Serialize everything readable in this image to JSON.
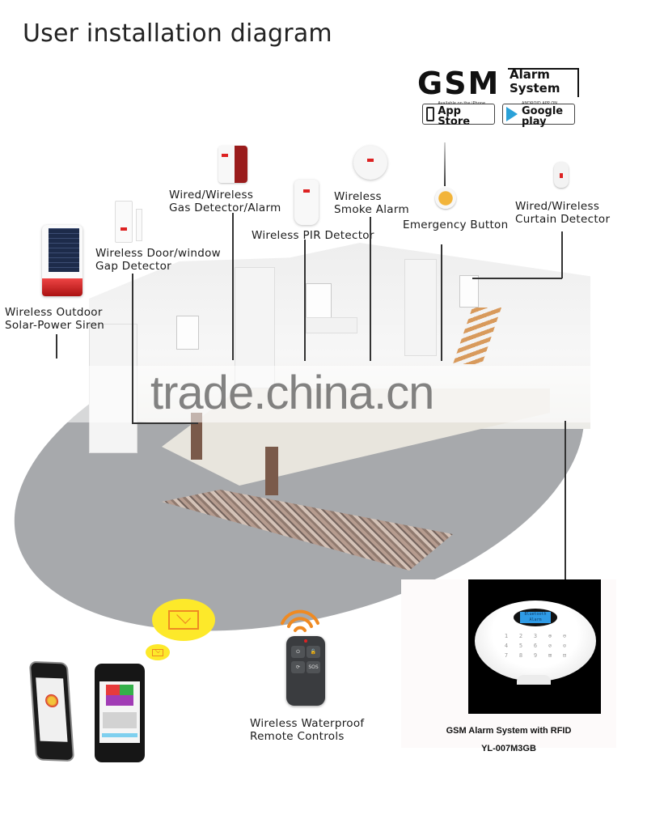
{
  "page": {
    "title": "User installation diagram"
  },
  "brand": {
    "logo_main": "GSM",
    "logo_sub_line1": "Alarm",
    "logo_sub_line2": "System",
    "app_store": {
      "small": "Available on the iPhone",
      "big": "App Store"
    },
    "google_play": {
      "small": "ANDROID APP ON",
      "big": "Google play"
    }
  },
  "devices": [
    {
      "id": "siren",
      "label_line1": "Wireless  Outdoor",
      "label_line2": "Solar-Power Siren"
    },
    {
      "id": "door-window",
      "label_line1": "Wireless  Door/window",
      "label_line2": "Gap Detector"
    },
    {
      "id": "gas",
      "label_line1": "Wired/Wireless",
      "label_line2": "Gas Detector/Alarm"
    },
    {
      "id": "pir",
      "label_line1": "Wireless PIR Detector",
      "label_line2": ""
    },
    {
      "id": "smoke",
      "label_line1": "Wireless",
      "label_line2": "Smoke Alarm"
    },
    {
      "id": "emergency",
      "label_line1": "Emergency Button",
      "label_line2": ""
    },
    {
      "id": "curtain",
      "label_line1": "Wired/Wireless",
      "label_line2": "Curtain Detector"
    },
    {
      "id": "remote",
      "label_line1": "Wireless Waterproof",
      "label_line2": "Remote Controls"
    }
  ],
  "remote_buttons": [
    "⏻",
    "🔓",
    "⟳",
    "SOS"
  ],
  "alarm_panel": {
    "lcd_line1": "Bluetooth",
    "lcd_line2": "Alarm",
    "keys": [
      "1",
      "2",
      "3",
      "⊕",
      "⊖",
      "4",
      "5",
      "6",
      "⊘",
      "⊙",
      "7",
      "8",
      "9",
      "⊞",
      "⊟"
    ],
    "title": "GSM Alarm System with RFID",
    "model": "YL-007M3GB"
  },
  "watermark": "trade.china.cn",
  "colors": {
    "ground": "#a7a9ac",
    "message_bubble": "#fde92a",
    "envelope": "#ee8a22",
    "lcd": "#2f9be6",
    "siren_red": "#d42222"
  }
}
